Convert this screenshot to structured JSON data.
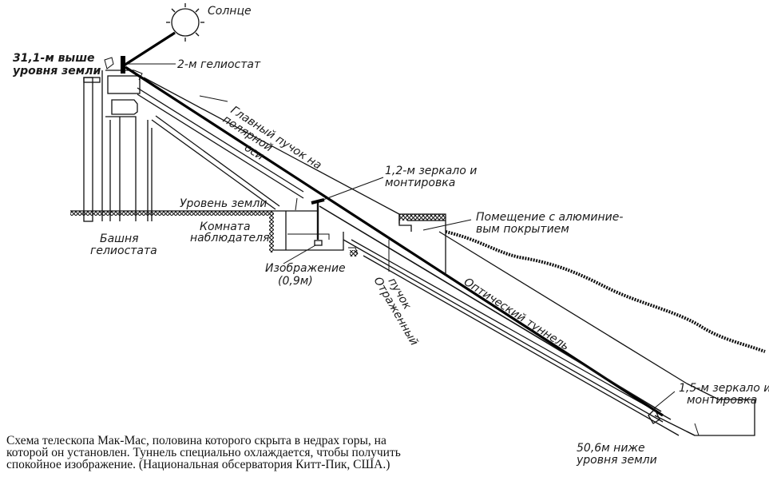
{
  "diagram": {
    "title": "McMath solar telescope schematic",
    "labels": {
      "sun": "Солнце",
      "heliostat": "2-м гелиостат",
      "height_above_line1": "31,1-м выше",
      "height_above_line2": "уровня земли",
      "main_beam_line1": "Главный пучок на",
      "main_beam_line2": "полярной",
      "main_beam_line3": "оси",
      "mirror12_line1": "1,2-м зеркало и",
      "mirror12_line2": "монтировка",
      "ground_level": "Уровень земли",
      "room_line1": "Помещение с алюминие-",
      "room_line2": "вым покрытием",
      "observer_line1": "Комната",
      "observer_line2": "наблюдателя",
      "tower_line1": "Башня",
      "tower_line2": "гелиостата",
      "image_line1": "Изображение",
      "image_line2": "(0,9м)",
      "reflected_line1": "Отраженный",
      "reflected_line2": "пучок",
      "tunnel": "Оптический туннель",
      "mirror15_line1": "1,5-м зеркало и",
      "mirror15_line2": "монтировка",
      "depth_line1": "50,6м ниже",
      "depth_line2": "уровня земли"
    },
    "caption": [
      "Схема телескопа Мак-Мас, половина которого скрыта в недрах горы, на",
      "которой он установлен. Туннель специально охлаждается, чтобы получить",
      "спокойное изображение. (Национальная обсерватория Китт-Пик, США.)"
    ]
  }
}
